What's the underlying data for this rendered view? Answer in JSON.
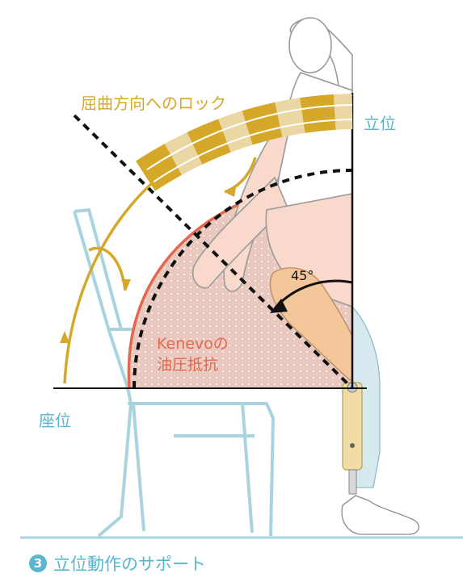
{
  "labels": {
    "flexion_lock": "屈曲方向へのロック",
    "standing": "立位",
    "sitting": "座位",
    "angle": "45°",
    "kenevo_line1": "Kenevoの",
    "kenevo_line2": "油圧抵抗"
  },
  "caption": {
    "number": "3",
    "text": "立位動作のサポート"
  },
  "colors": {
    "chair_blue": "#a8d3df",
    "lock_gold": "#d6a82a",
    "resistance_red": "#e4674e",
    "resistance_fill": "#e9c9bf",
    "leg_orange": "#f3c79a",
    "prosthesis_yellow": "#f1dca3",
    "label_blue": "#58b6cf"
  }
}
